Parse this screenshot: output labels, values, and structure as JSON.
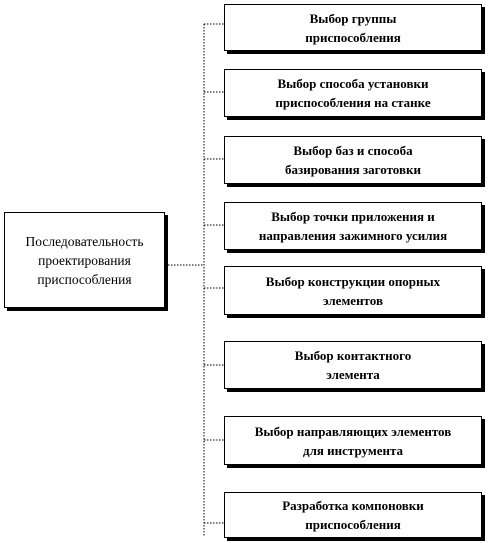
{
  "diagram": {
    "root": {
      "lines": [
        "Последовательность",
        "проектирования",
        "приспособления"
      ]
    },
    "steps": [
      {
        "lines": [
          "Выбор группы",
          "приспособления"
        ]
      },
      {
        "lines": [
          "Выбор способа установки",
          "приспособления на станке"
        ]
      },
      {
        "lines": [
          "Выбор баз и способа",
          "базирования заготовки"
        ]
      },
      {
        "lines": [
          "Выбор точки приложения и",
          "направления зажимного усилия"
        ]
      },
      {
        "lines": [
          "Выбор конструкции опорных",
          "элементов"
        ]
      },
      {
        "lines": [
          "Выбор контактного",
          "элемента"
        ]
      },
      {
        "lines": [
          "Выбор направляющих элементов",
          "для инструмента"
        ]
      },
      {
        "lines": [
          "Разработка компоновки",
          "приспособления"
        ]
      }
    ]
  }
}
